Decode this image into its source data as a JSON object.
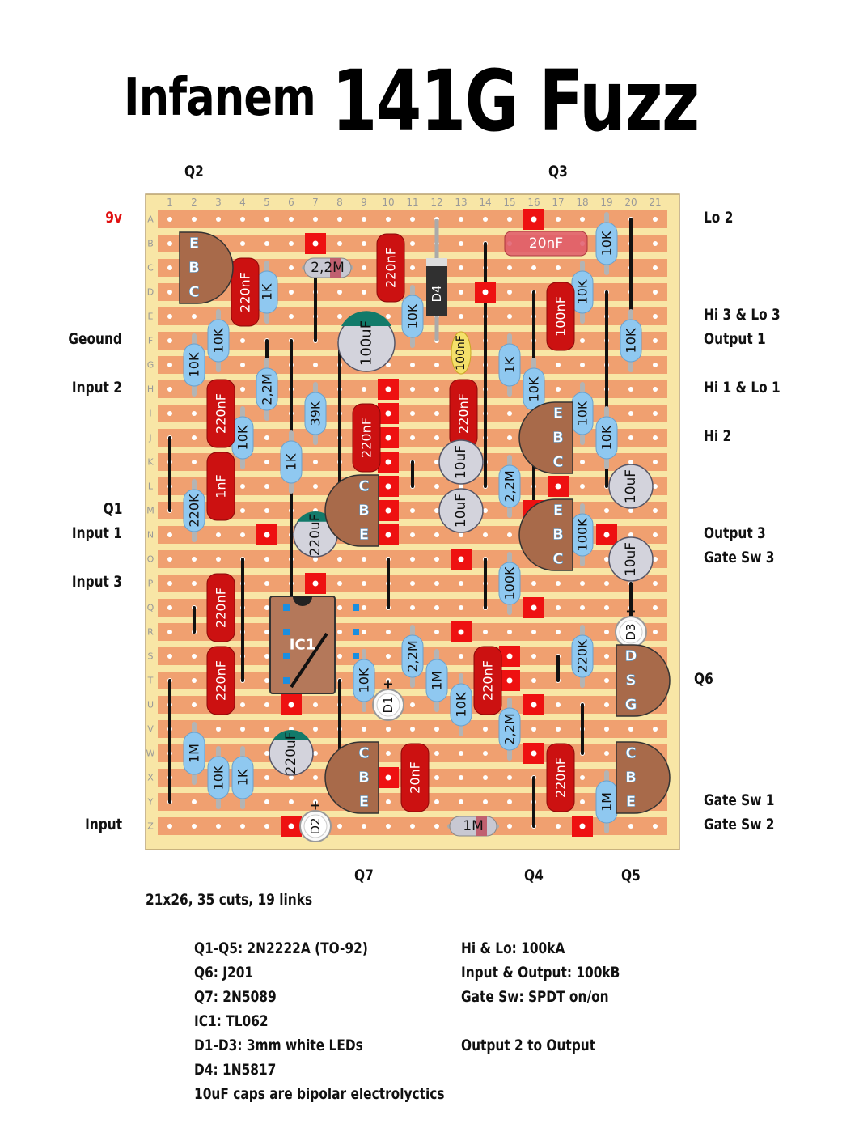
{
  "title": {
    "brand": "Infanem",
    "model": "141G Fuzz"
  },
  "board": {
    "columns": [
      "1",
      "2",
      "3",
      "4",
      "5",
      "6",
      "7",
      "8",
      "9",
      "10",
      "11",
      "12",
      "13",
      "14",
      "15",
      "16",
      "17",
      "18",
      "19",
      "20",
      "21"
    ],
    "rows": [
      "A",
      "B",
      "C",
      "D",
      "E",
      "F",
      "G",
      "H",
      "I",
      "J",
      "K",
      "L",
      "M",
      "N",
      "O",
      "P",
      "Q",
      "R",
      "S",
      "T",
      "U",
      "V",
      "W",
      "X",
      "Y",
      "Z"
    ],
    "colors": {
      "board": "#f8e6a6",
      "strip": "#f0a070",
      "cut": "#ee1111",
      "resistor": "#8fc8f0",
      "film_cap": "#cc1111",
      "electrolytic": "#d3d3dc",
      "transistor": "#a86a4a"
    }
  },
  "left_labels": [
    {
      "text": "9v",
      "row": "A",
      "highlight": true
    },
    {
      "text": "Geound",
      "row": "F"
    },
    {
      "text": "Input 2",
      "row": "H"
    },
    {
      "text": "Q1",
      "row": "M"
    },
    {
      "text": "Input 1",
      "row": "N"
    },
    {
      "text": "Input 3",
      "row": "P"
    },
    {
      "text": "Input",
      "row": "Z"
    }
  ],
  "right_labels": [
    {
      "text": "Lo 2",
      "row": "A"
    },
    {
      "text": "Hi 3 & Lo 3",
      "row": "E"
    },
    {
      "text": "Output 1",
      "row": "F"
    },
    {
      "text": "Hi 1 & Lo 1",
      "row": "H"
    },
    {
      "text": "Hi 2",
      "row": "J"
    },
    {
      "text": "Output 3",
      "row": "N"
    },
    {
      "text": "Gate Sw 3",
      "row": "O"
    },
    {
      "text": "Q6",
      "row": "T"
    },
    {
      "text": "Gate Sw 1",
      "row": "Y"
    },
    {
      "text": "Gate Sw 2",
      "row": "Z"
    }
  ],
  "top_labels": [
    {
      "text": "Q2",
      "col": 2
    },
    {
      "text": "Q3",
      "col": 17
    }
  ],
  "bottom_labels": [
    {
      "text": "Q7",
      "col": 9
    },
    {
      "text": "Q4",
      "col": 16
    },
    {
      "text": "Q5",
      "col": 20
    }
  ],
  "components": {
    "resistors": [
      {
        "label": "1K",
        "col": 5,
        "from": "C",
        "to": "E"
      },
      {
        "label": "2,2M",
        "col": 7,
        "row": "C",
        "to_col": 8
      },
      {
        "label": "10K",
        "col": 3,
        "from": "E",
        "to": "G"
      },
      {
        "label": "10K",
        "col": 2,
        "from": "F",
        "to": "H"
      },
      {
        "label": "10K",
        "col": 11,
        "from": "D",
        "to": "F"
      },
      {
        "label": "10K",
        "col": 19,
        "from": "A",
        "to": "C"
      },
      {
        "label": "10K",
        "col": 18,
        "from": "C",
        "to": "E"
      },
      {
        "label": "10K",
        "col": 20,
        "from": "E",
        "to": "G"
      },
      {
        "label": "2,2M",
        "col": 5,
        "from": "G",
        "to": "I"
      },
      {
        "label": "39K",
        "col": 7,
        "from": "H",
        "to": "J"
      },
      {
        "label": "10K",
        "col": 4,
        "from": "I",
        "to": "K"
      },
      {
        "label": "1K",
        "col": 6,
        "from": "J",
        "to": "L"
      },
      {
        "label": "1K",
        "col": 15,
        "from": "F",
        "to": "H"
      },
      {
        "label": "10K",
        "col": 16,
        "from": "G",
        "to": "I"
      },
      {
        "label": "10K",
        "col": 18,
        "from": "H",
        "to": "J"
      },
      {
        "label": "10K",
        "col": 19,
        "from": "I",
        "to": "K"
      },
      {
        "label": "220K",
        "col": 2,
        "from": "L",
        "to": "N"
      },
      {
        "label": "2,2M",
        "col": 15,
        "from": "K",
        "to": "M"
      },
      {
        "label": "100K",
        "col": 18,
        "from": "M",
        "to": "O"
      },
      {
        "label": "100K",
        "col": 15,
        "from": "O",
        "to": "Q"
      },
      {
        "label": "220K",
        "col": 18,
        "from": "R",
        "to": "T"
      },
      {
        "label": "10K",
        "col": 9,
        "from": "S",
        "to": "U"
      },
      {
        "label": "2,2M",
        "col": 11,
        "from": "R",
        "to": "T"
      },
      {
        "label": "1M",
        "col": 12,
        "from": "S",
        "to": "U"
      },
      {
        "label": "10K",
        "col": 13,
        "from": "T",
        "to": "V"
      },
      {
        "label": "2,2M",
        "col": 15,
        "from": "U",
        "to": "W"
      },
      {
        "label": "1M",
        "col": 2,
        "from": "V",
        "to": "X"
      },
      {
        "label": "10K",
        "col": 3,
        "from": "W",
        "to": "Y"
      },
      {
        "label": "1K",
        "col": 4,
        "from": "W",
        "to": "Y"
      },
      {
        "label": "1M",
        "col": 19,
        "from": "X",
        "to": "Z"
      },
      {
        "label": "1M",
        "col": 13,
        "row": "Z",
        "to_col": 14
      }
    ],
    "film_caps": [
      {
        "label": "220nF",
        "col": 4,
        "from": "C",
        "to": "E"
      },
      {
        "label": "220nF",
        "col": 10,
        "from": "B",
        "to": "D"
      },
      {
        "label": "100nF",
        "col": 17,
        "from": "D",
        "to": "F"
      },
      {
        "label": "220nF",
        "col": 3,
        "from": "H",
        "to": "J"
      },
      {
        "label": "220nF",
        "col": 9,
        "from": "I",
        "to": "K"
      },
      {
        "label": "220nF",
        "col": 13,
        "from": "H",
        "to": "J"
      },
      {
        "label": "1nF",
        "col": 3,
        "from": "K",
        "to": "M"
      },
      {
        "label": "220nF",
        "col": 3,
        "from": "P",
        "to": "R"
      },
      {
        "label": "220nF",
        "col": 3,
        "from": "S",
        "to": "U"
      },
      {
        "label": "220nF",
        "col": 14,
        "from": "S",
        "to": "U"
      },
      {
        "label": "20nF",
        "col": 11,
        "from": "W",
        "to": "Y"
      },
      {
        "label": "220nF",
        "col": 17,
        "from": "W",
        "to": "Y"
      }
    ],
    "box_caps": [
      {
        "label": "20nF",
        "col": 16,
        "row": "B",
        "to_col": 17
      }
    ],
    "ceramic_caps": [
      {
        "label": "100nF",
        "col": 13,
        "from": "F",
        "to": "G"
      }
    ],
    "electrolytics": [
      {
        "label": "100uF",
        "col": 9,
        "row": "F",
        "polar": true
      },
      {
        "label": "220uF",
        "col": 7,
        "row": "N",
        "polar": true
      },
      {
        "label": "220uF",
        "col": 6,
        "row": "W",
        "polar": true
      },
      {
        "label": "10uF",
        "col": 13,
        "row": "K"
      },
      {
        "label": "10uF",
        "col": 13,
        "row": "M"
      },
      {
        "label": "10uF",
        "col": 20,
        "row": "L"
      },
      {
        "label": "10uF",
        "col": 20,
        "row": "O"
      }
    ],
    "transistors": [
      {
        "name": "Q2",
        "col": 2,
        "rows": [
          "B",
          "C",
          "D"
        ],
        "pins": [
          "E",
          "B",
          "C"
        ],
        "face": "right"
      },
      {
        "name": "Q3",
        "col": 17,
        "rows": [
          "I",
          "J",
          "K"
        ],
        "pins": [
          "E",
          "B",
          "C"
        ],
        "face": "left"
      },
      {
        "name": "Q1",
        "col": 9,
        "rows": [
          "L",
          "M",
          "N"
        ],
        "pins": [
          "C",
          "B",
          "E"
        ],
        "face": "left"
      },
      {
        "name": "Q4",
        "col": 17,
        "rows": [
          "M",
          "N",
          "O"
        ],
        "pins": [
          "E",
          "B",
          "C"
        ],
        "face": "left"
      },
      {
        "name": "Q6",
        "col": 20,
        "rows": [
          "S",
          "T",
          "U"
        ],
        "pins": [
          "D",
          "S",
          "G"
        ],
        "face": "right"
      },
      {
        "name": "Q7",
        "col": 9,
        "rows": [
          "W",
          "X",
          "Y"
        ],
        "pins": [
          "C",
          "B",
          "E"
        ],
        "face": "left"
      },
      {
        "name": "Q5",
        "col": 20,
        "rows": [
          "W",
          "X",
          "Y"
        ],
        "pins": [
          "C",
          "B",
          "E"
        ],
        "face": "right"
      }
    ],
    "diodes": [
      {
        "label": "D4",
        "col": 12,
        "from": "A",
        "to": "F"
      }
    ],
    "leds": [
      {
        "label": "D1",
        "col": 10,
        "row": "U",
        "plus": "+"
      },
      {
        "label": "D2",
        "col": 7,
        "row": "Z",
        "plus": "+"
      },
      {
        "label": "D3",
        "col": 20,
        "row": "R",
        "plus": "+"
      }
    ],
    "ic": {
      "label": "IC1",
      "col": 6,
      "row": "Q"
    }
  },
  "cuts": [
    [
      "A",
      16
    ],
    [
      "B",
      7
    ],
    [
      "D",
      14
    ],
    [
      "H",
      10
    ],
    [
      "I",
      10
    ],
    [
      "J",
      10
    ],
    [
      "K",
      10
    ],
    [
      "L",
      10
    ],
    [
      "L",
      17
    ],
    [
      "M",
      10
    ],
    [
      "M",
      16
    ],
    [
      "N",
      5
    ],
    [
      "N",
      10
    ],
    [
      "N",
      19
    ],
    [
      "O",
      13
    ],
    [
      "P",
      7
    ],
    [
      "Q",
      16
    ],
    [
      "R",
      13
    ],
    [
      "S",
      15
    ],
    [
      "T",
      15
    ],
    [
      "T",
      6
    ],
    [
      "U",
      6
    ],
    [
      "U",
      16
    ],
    [
      "W",
      16
    ],
    [
      "X",
      10
    ],
    [
      "Z",
      6
    ],
    [
      "Z",
      18
    ]
  ],
  "notes": {
    "summary": "21x26, 35 cuts, 19 links",
    "left": [
      "Q1-Q5: 2N2222A (TO-92)",
      "Q6: J201",
      "Q7: 2N5089",
      "IC1: TL062",
      "D1-D3: 3mm white LEDs",
      "D4: 1N5817",
      "10uF caps are bipolar electrolyctics"
    ],
    "right": [
      "Hi & Lo: 100kA",
      "Input & Output: 100kB",
      "Gate Sw: SPDT on/on",
      "",
      "Output 2 to Output"
    ]
  }
}
